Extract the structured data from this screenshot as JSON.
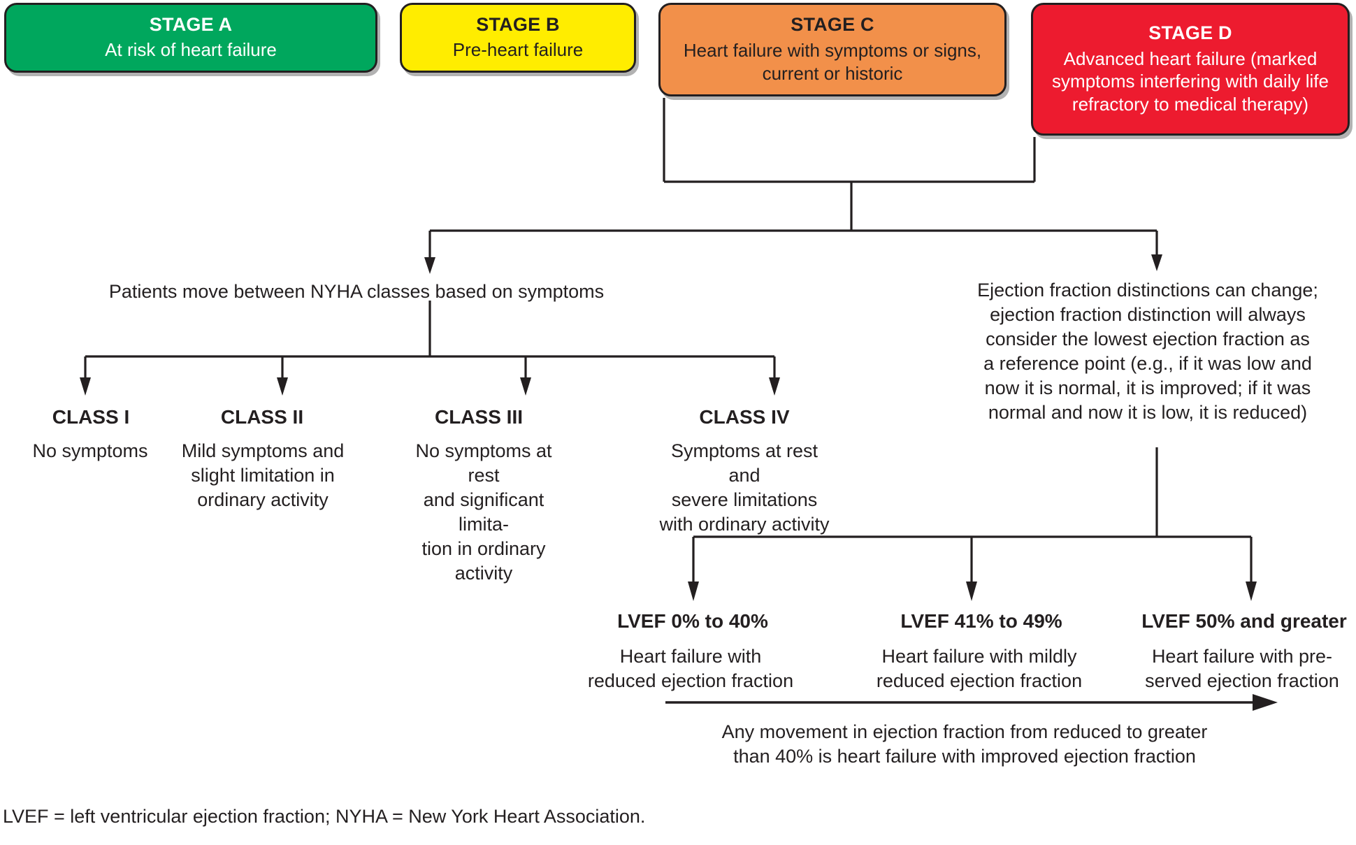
{
  "figure": {
    "title": "Heart failure stages, NYHA functional classes, and LVEF categories"
  },
  "stages": [
    {
      "id": "a",
      "title": "STAGE A",
      "desc": "At risk of heart failure",
      "color": "#00a75d",
      "text_color": "#ffffff"
    },
    {
      "id": "b",
      "title": "STAGE B",
      "desc": "Pre-heart failure",
      "color": "#ffed00",
      "text_color": "#231f20"
    },
    {
      "id": "c",
      "title": "STAGE C",
      "desc": "Heart failure with symptoms\nor signs, current or historic",
      "color": "#f2904a",
      "text_color": "#231f20"
    },
    {
      "id": "d",
      "title": "STAGE D",
      "desc": "Advanced heart failure (marked\nsymptoms interfering with daily\nlife refractory to medical therapy)",
      "color": "#ed1b2f",
      "text_color": "#ffffff"
    }
  ],
  "branches": {
    "nyha_note": "Patients move between NYHA classes based on symptoms",
    "ef_note": "Ejection fraction distinctions can change;\nejection fraction distinction will always\nconsider the lowest ejection fraction as\na reference point (e.g., if it was low and\nnow it is normal, it is improved; if it was\nnormal and now it is low, it is reduced)"
  },
  "nyha_classes": [
    {
      "head": "CLASS I",
      "body": "No symptoms"
    },
    {
      "head": "CLASS II",
      "body": "Mild symptoms and\nslight limitation in\nordinary activity"
    },
    {
      "head": "CLASS III",
      "body": "No symptoms at rest\nand significant limita-\ntion in ordinary activity"
    },
    {
      "head": "CLASS IV",
      "body": "Symptoms at rest and\nsevere limitations\nwith ordinary activity"
    }
  ],
  "lvef_categories": [
    {
      "head": "LVEF 0% to 40%",
      "body": "Heart failure with\nreduced ejection fraction"
    },
    {
      "head": "LVEF 41% to 49%",
      "body": "Heart failure with mildly\nreduced ejection fraction"
    },
    {
      "head": "LVEF 50% and greater",
      "body": "Heart failure with pre-\nserved ejection fraction"
    }
  ],
  "bottom_note": "Any movement in ejection fraction from reduced to greater\nthan 40% is heart failure with improved ejection fraction",
  "footnote": "LVEF = left ventricular ejection fraction; NYHA = New York Heart Association.",
  "colors": {
    "line": "#231f20",
    "stage_a": "#00a75d",
    "stage_b": "#ffed00",
    "stage_c": "#f2904a",
    "stage_d": "#ed1b2f",
    "text": "#231f20"
  }
}
